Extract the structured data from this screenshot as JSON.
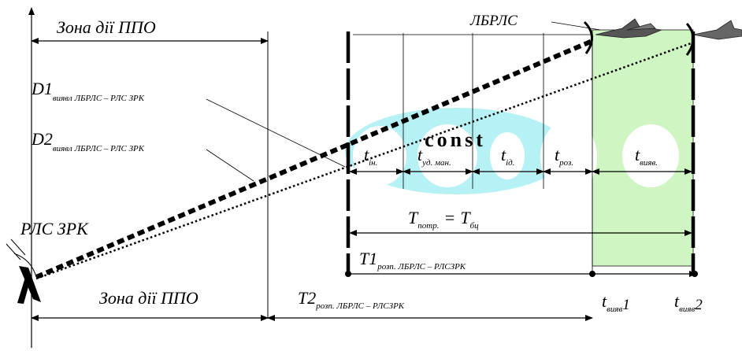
{
  "labels": {
    "zone_top": "Зона  дії ППО",
    "zone_bottom": "Зона  дії ППО",
    "lbrls": "ЛБРЛС",
    "rls_zrk": "РЛС ЗРК",
    "const": "const",
    "d1_main": "D1",
    "d1_sub": "виявл ЛБРЛС – РЛС ЗРК",
    "d2_main": "D2",
    "d2_sub": "виявл ЛБРЛС – РЛС ЗРК",
    "t_in_main": "t",
    "t_in_sub": "ін.",
    "t_ud_main": "t",
    "t_ud_sub": "уд. ман.",
    "t_id_main": "t",
    "t_id_sub": "ід.",
    "t_roz_main": "t",
    "t_roz_sub": "роз.",
    "t_vyav_main": "t",
    "t_vyav_sub": "вияв.",
    "T_potr_main": "T",
    "T_potr_sub": "потр.",
    "T_eq": "=",
    "T_bts_main": "T",
    "T_bts_sub": "бц",
    "T1_main": "T1",
    "T1_sub": "розп. ЛБРЛС – РЛСЗРК",
    "T2_main": "T2",
    "T2_sub": "розп. ЛБРЛС – РЛСЗРК",
    "tv1_main": "t",
    "tv1_sub": "вияв",
    "tv1_idx": "1",
    "tv2_main": "t",
    "tv2_sub": "вияв",
    "tv2_idx": "2"
  },
  "colors": {
    "light_blue": "#b5f1f5",
    "light_green": "#cef5c2",
    "line": "#000000"
  }
}
